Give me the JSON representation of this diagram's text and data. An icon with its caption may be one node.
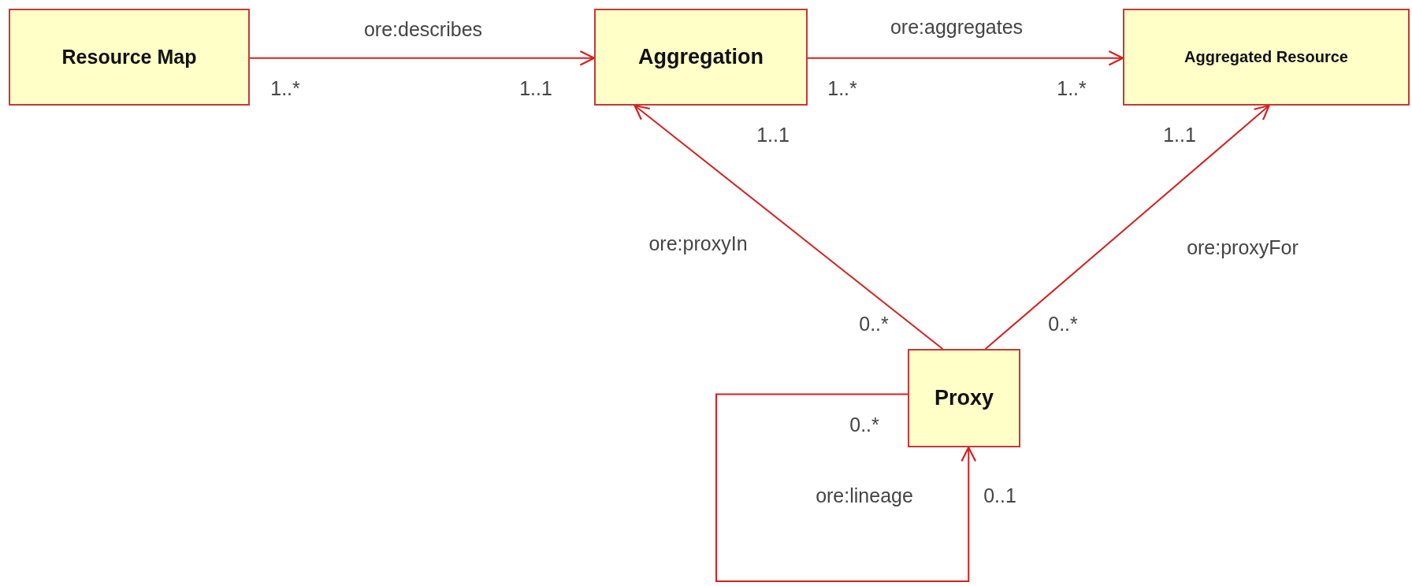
{
  "diagram": {
    "nodes": [
      {
        "text": [
          "Resource Map"
        ]
      },
      {
        "text": [
          "Aggregation"
        ]
      },
      {
        "text": [
          "Aggregated Resource"
        ]
      },
      {
        "text": [
          "Proxy"
        ]
      }
    ],
    "edges": [
      {
        "from": 0,
        "to": 1,
        "arrow": "to",
        "label": "ore:describes"
      },
      {
        "from": 1,
        "to": 2,
        "arrow": "to",
        "label": "ore:aggregates"
      },
      {
        "from": 3,
        "to": 1,
        "arrow": "to",
        "label": "ore:proxyIn"
      },
      {
        "from": 3,
        "to": 2,
        "arrow": "to",
        "label": "ore:proxyFor"
      },
      {
        "from": 3,
        "to": 3,
        "arrow": "to",
        "label": "ore:lineage"
      }
    ],
    "labels": [
      "1..*",
      "1..1",
      "1..*",
      "1..*",
      "1..1",
      "1..1",
      "0..*",
      "0..*",
      "0..*",
      "0..1"
    ]
  }
}
